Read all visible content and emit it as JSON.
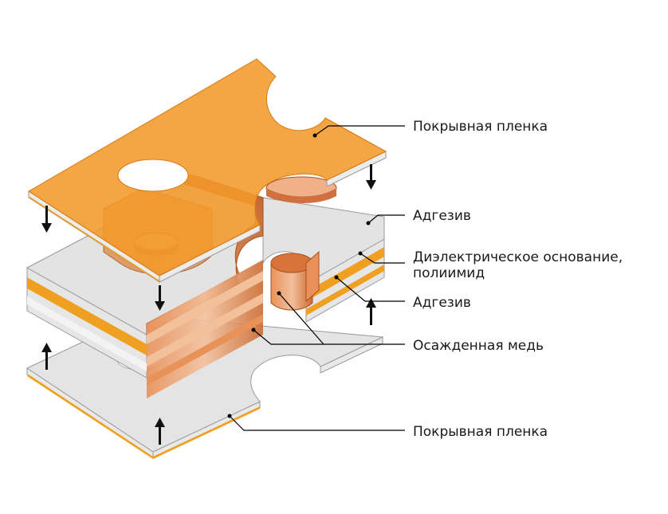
{
  "labels": {
    "cover_top": "Покрывная пленка",
    "adhesive_top": "Адгезив",
    "dielectric_line1": "Диэлектрическое основание,",
    "dielectric_line2": "полиимид",
    "adhesive_bottom": "Адгезив",
    "plated_copper": "Осажденная медь",
    "cover_bottom": "Покрывная пленка"
  },
  "colors": {
    "coverlay": "#f39a2a",
    "coverlay_edge": "#d9780e",
    "adhesive": "#ececec",
    "polyimide": "#f0a020",
    "copper": "#d8743a",
    "copper_light": "#f0b088",
    "leader": "#000000"
  },
  "icons": [
    "arrow-down-icon",
    "arrow-up-icon"
  ]
}
